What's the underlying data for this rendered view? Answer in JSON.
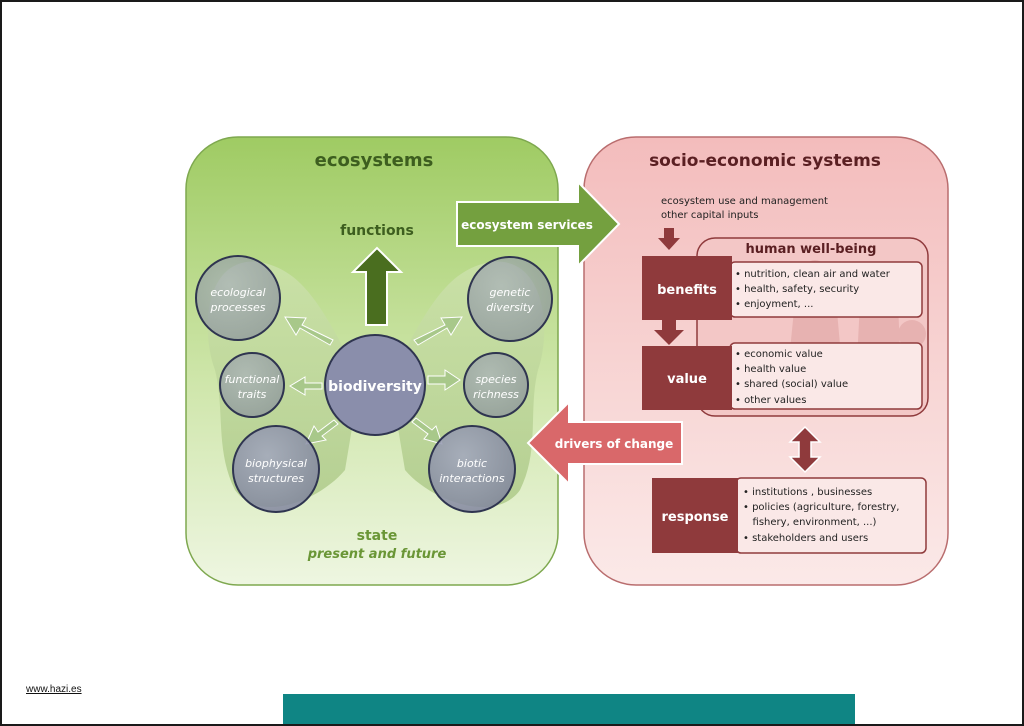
{
  "ecosystems": {
    "title": "ecosystems",
    "functions_label": "functions",
    "center": "biodiversity",
    "state_label": "state",
    "state_sub": "present and future",
    "left_circles": [
      [
        "ecological",
        "processes"
      ],
      [
        "functional",
        "traits"
      ],
      [
        "biophysical",
        "structures"
      ]
    ],
    "right_circles": [
      [
        "genetic",
        "diversity"
      ],
      [
        "species",
        "richness"
      ],
      [
        "biotic",
        "interactions"
      ]
    ]
  },
  "arrows": {
    "services": "ecosystem services",
    "drivers": "drivers of change"
  },
  "socio": {
    "title": "socio-economic systems",
    "inputs": [
      "ecosystem use and management",
      "other capital inputs"
    ],
    "wellbeing_title": "human well-being",
    "benefits": {
      "label": "benefits",
      "items": [
        "• nutrition, clean air and water",
        "• health, safety, security",
        "• enjoyment, ..."
      ]
    },
    "value": {
      "label": "value",
      "items": [
        "• economic value",
        "• health value",
        "• shared (social) value",
        "• other values"
      ]
    },
    "response": {
      "label": "response",
      "items": [
        "• institutions , businesses",
        "• policies (agriculture, forestry,",
        "   fishery, environment, ...)",
        "• stakeholders and users"
      ]
    }
  },
  "footer": {
    "link": "www.hazi.es"
  },
  "colors": {
    "green_title": "#3d5e1f",
    "dark_red": "#8f3a3c",
    "circle_fill": "#8b8fa8",
    "bar_teal": "#0f8584"
  }
}
